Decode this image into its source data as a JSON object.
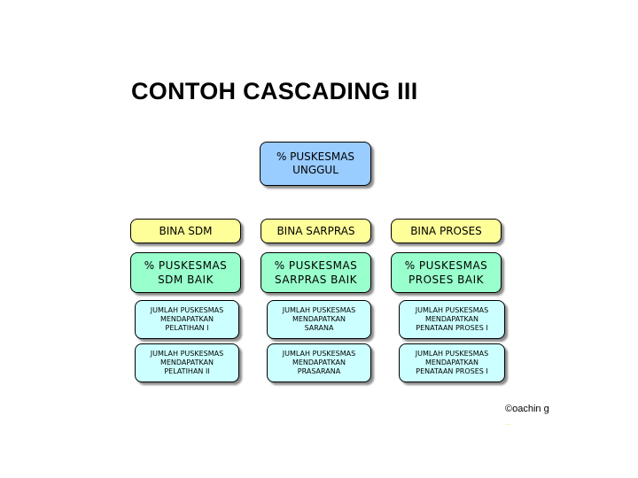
{
  "title": "CONTOH CASCADING III",
  "top": [
    "% PUSKESMAS",
    "UNGGUL"
  ],
  "columns": [
    {
      "header": "BINA SDM",
      "indicator": [
        "% PUSKESMAS",
        "SDM BAIK"
      ],
      "items": [
        [
          "JUMLAH PUSKESMAS",
          "MENDAPATKAN",
          "PELATIHAN I"
        ],
        [
          "JUMLAH PUSKESMAS",
          "MENDAPATKAN",
          "PELATIHAN II"
        ]
      ]
    },
    {
      "header": "BINA SARPRAS",
      "indicator": [
        "% PUSKESMAS",
        "SARPRAS BAIK"
      ],
      "items": [
        [
          "JUMLAH PUSKESMAS",
          "MENDAPATKAN",
          "SARANA"
        ],
        [
          "JUMLAH PUSKESMAS",
          "MENDAPATKAN",
          "PRASARANA"
        ]
      ]
    },
    {
      "header": "BINA PROSES",
      "indicator": [
        "% PUSKESMAS",
        "PROSES BAIK"
      ],
      "items": [
        [
          "JUMLAH PUSKESMAS",
          "MENDAPATKAN",
          "PENATAAN PROSES I"
        ],
        [
          "JUMLAH PUSKESMAS",
          "MENDAPATKAN",
          "PENATAAN PROSES I"
        ]
      ]
    }
  ],
  "credit": "©oachin g",
  "credit_mark": "...",
  "colors": {
    "top": "#99ccff",
    "header": "#ffff99",
    "indicator": "#99ffcc",
    "item": "#ccffff"
  }
}
